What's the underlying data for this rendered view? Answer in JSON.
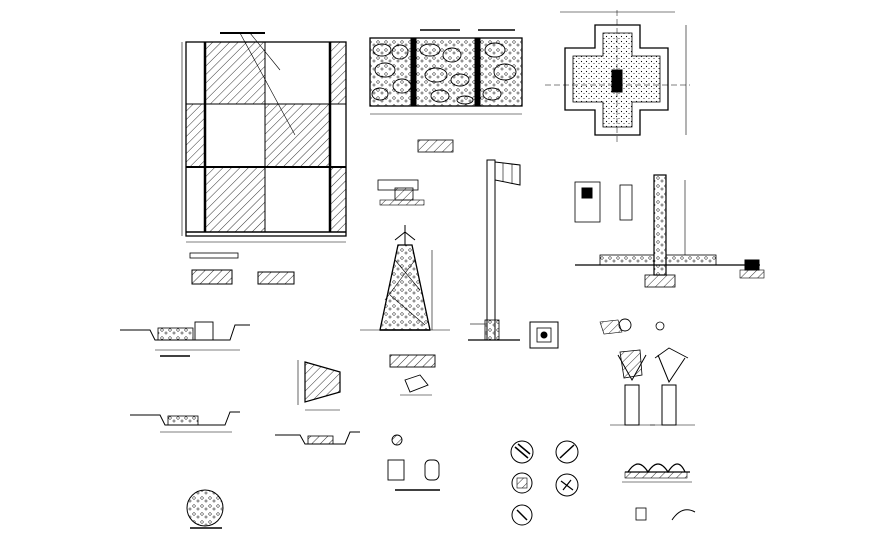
{
  "drawing": {
    "line_color": "#000000",
    "background_color": "#ffffff",
    "text_labels": []
  },
  "views": [
    {
      "id": "floor-plan-grid",
      "description_icon": "hatched-grid-plan"
    },
    {
      "id": "stone-masonry-elevation",
      "description_icon": "rubble-wall"
    },
    {
      "id": "cross-shaped-planter-plan",
      "description_icon": "cross-plan"
    },
    {
      "id": "lattice-tower-elevation",
      "description_icon": "rubble-tower"
    },
    {
      "id": "flag-pole-elevation",
      "description_icon": "flag-pole"
    },
    {
      "id": "column-wall-section",
      "description_icon": "wall-section"
    },
    {
      "id": "sloped-planter-section",
      "description_icon": "trapezoid-section"
    },
    {
      "id": "fan-sculpture-elevations",
      "description_icon": "fan-sculpture"
    },
    {
      "id": "circular-detail-symbols",
      "description_icon": "circle-details"
    },
    {
      "id": "arched-bench-elevation",
      "description_icon": "arched-bench"
    }
  ]
}
